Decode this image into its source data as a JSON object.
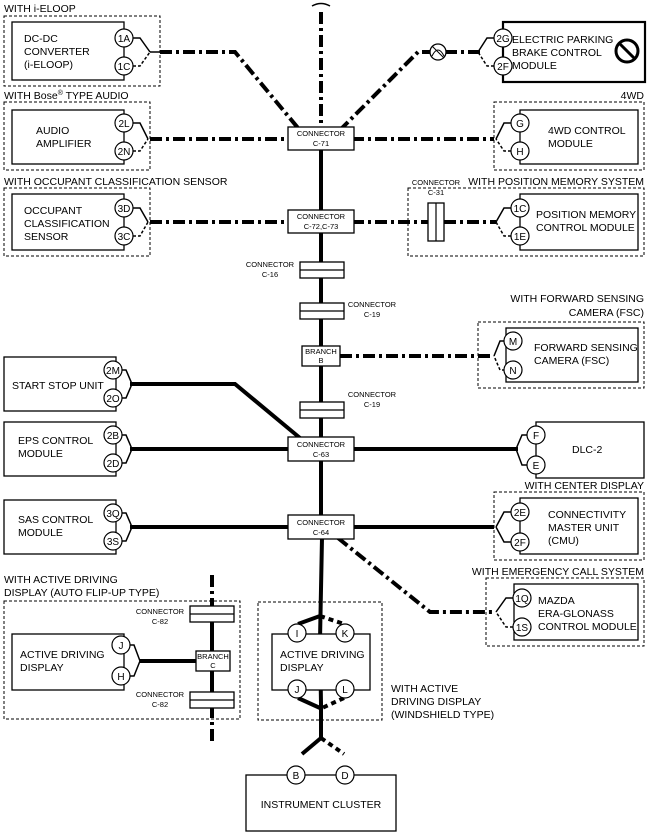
{
  "top_section": "WITH i-ELOOP",
  "sections": {
    "bose": "WITH Bose",
    "bose_reg": "®",
    "bose_tail": " TYPE AUDIO",
    "fwd4": "4WD",
    "occupant": "WITH OCCUPANT CLASSIFICATION SENSOR",
    "position_memory": "WITH POSITION MEMORY SYSTEM",
    "fsc_1": "WITH FORWARD SENSING",
    "fsc_2": "CAMERA (FSC)",
    "center_display": "WITH CENTER DISPLAY",
    "emergency": "WITH EMERGENCY CALL SYSTEM",
    "add_flip_1": "WITH ACTIVE DRIVING",
    "add_flip_2": "DISPLAY (AUTO FLIP-UP TYPE)",
    "add_ws_1": "WITH ACTIVE",
    "add_ws_2": "DRIVING DISPLAY",
    "add_ws_3": "(WINDSHIELD TYPE)"
  },
  "modules": {
    "dcdc": [
      "DC-DC",
      "CONVERTER",
      "(i-ELOOP)"
    ],
    "epb": [
      "ELECTRIC PARKING",
      "BRAKE CONTROL",
      "MODULE"
    ],
    "audio": [
      "AUDIO",
      "AMPLIFIER"
    ],
    "fwd4": [
      "4WD CONTROL",
      "MODULE"
    ],
    "ocs": [
      "OCCUPANT",
      "CLASSIFICATION",
      "SENSOR"
    ],
    "pmcm": [
      "POSITION MEMORY",
      "CONTROL MODULE"
    ],
    "fsc": [
      "FORWARD SENSING",
      "CAMERA (FSC)"
    ],
    "ssu": [
      "START STOP UNIT"
    ],
    "eps": [
      "EPS CONTROL",
      "MODULE"
    ],
    "dlc": [
      "DLC-2"
    ],
    "sas": [
      "SAS CONTROL",
      "MODULE"
    ],
    "cmu": [
      "CONNECTIVITY",
      "MASTER UNIT",
      "(CMU)"
    ],
    "era": [
      "MAZDA",
      "ERA-GLONASS",
      "CONTROL MODULE"
    ],
    "add_left": [
      "ACTIVE DRIVING",
      "DISPLAY"
    ],
    "add_center": [
      "ACTIVE DRIVING",
      "DISPLAY"
    ],
    "ic": [
      "INSTRUMENT CLUSTER"
    ]
  },
  "pins": {
    "dcdc": [
      "1A",
      "1C"
    ],
    "epb": [
      "2G",
      "2F"
    ],
    "audio": [
      "2L",
      "2N"
    ],
    "fwd4": [
      "G",
      "H"
    ],
    "ocs": [
      "3D",
      "3C"
    ],
    "pmcm": [
      "1C",
      "1E"
    ],
    "fsc": [
      "M",
      "N"
    ],
    "ssu": [
      "2M",
      "2O"
    ],
    "eps": [
      "2B",
      "2D"
    ],
    "dlc": [
      "F",
      "E"
    ],
    "sas": [
      "3Q",
      "3S"
    ],
    "cmu": [
      "2E",
      "2F"
    ],
    "era": [
      "1Q",
      "1S"
    ],
    "add_left": [
      "J",
      "H"
    ],
    "add_center": [
      "I",
      "K",
      "J",
      "L"
    ],
    "ic": [
      "B",
      "D"
    ]
  },
  "connectors": {
    "c71": [
      "CONNECTOR",
      "C-71"
    ],
    "c72": [
      "CONNECTOR",
      "C-72,C-73"
    ],
    "c31": [
      "CONNECTOR",
      "C-31"
    ],
    "c16": [
      "CONNECTOR",
      "C-16"
    ],
    "c19a": [
      "CONNECTOR",
      "C-19"
    ],
    "branch_b": [
      "BRANCH",
      "B"
    ],
    "c19b": [
      "CONNECTOR",
      "C-19"
    ],
    "c63": [
      "CONNECTOR",
      "C-63"
    ],
    "c64": [
      "CONNECTOR",
      "C-64"
    ],
    "c82a": [
      "CONNECTOR",
      "C-82"
    ],
    "branch_c": [
      "BRANCH",
      "C"
    ],
    "c82b": [
      "CONNECTOR",
      "C-82"
    ]
  }
}
